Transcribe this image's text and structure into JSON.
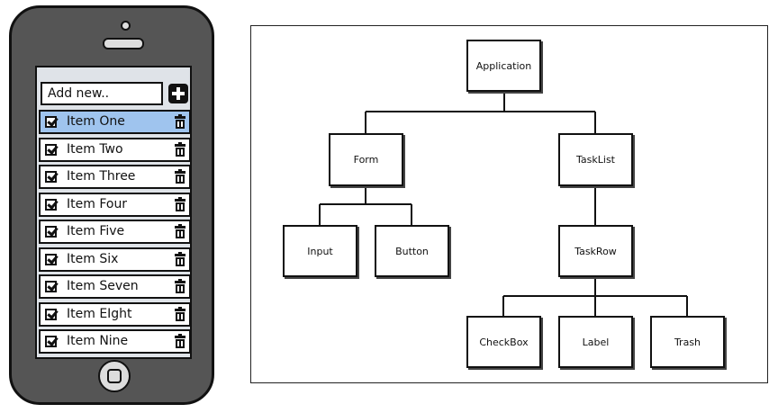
{
  "phone": {
    "add_placeholder": "Add new..",
    "items": [
      {
        "label": "Item One",
        "selected": true
      },
      {
        "label": "Item Two"
      },
      {
        "label": "Item Three"
      },
      {
        "label": "Item Four"
      },
      {
        "label": "Item Five"
      },
      {
        "label": "Item Six"
      },
      {
        "label": "Item Seven"
      },
      {
        "label": "Item EIght"
      },
      {
        "label": "Item Nine"
      }
    ]
  },
  "diagram": {
    "nodes": {
      "application": "Application",
      "form": "Form",
      "tasklist": "TaskList",
      "input": "Input",
      "button": "Button",
      "taskrow": "TaskRow",
      "checkbox": "CheckBox",
      "label": "Label",
      "trash": "Trash"
    }
  },
  "colors": {
    "phone_body": "#555555",
    "selected_row": "#9fc4ee"
  }
}
